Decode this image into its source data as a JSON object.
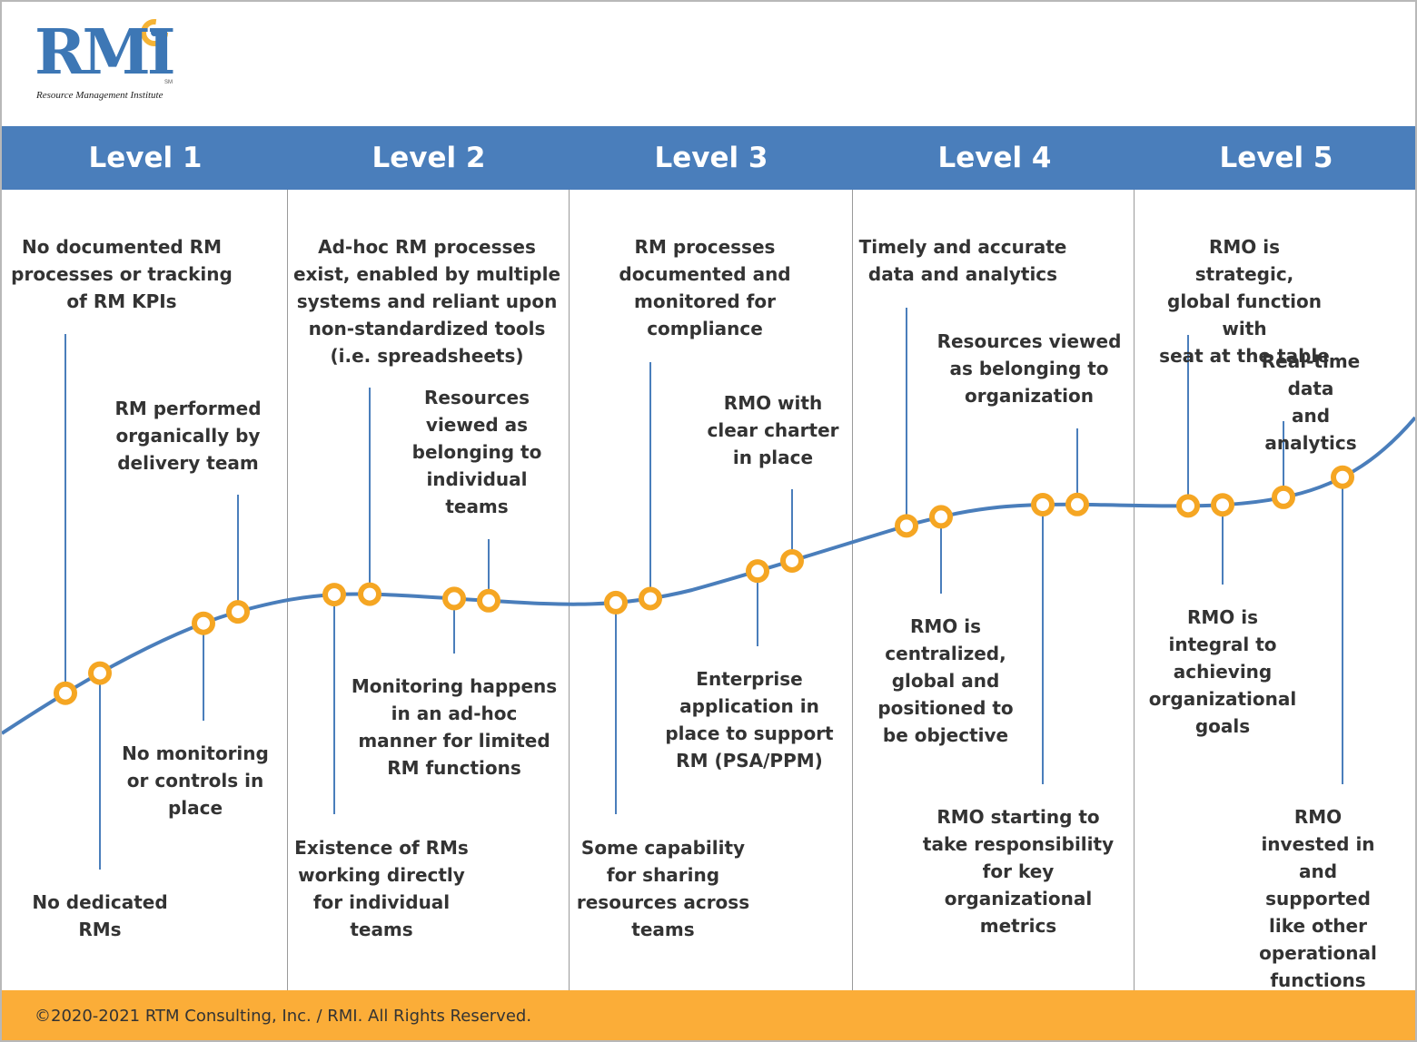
{
  "logo": {
    "wordmark": "RMI",
    "tagline": "Resource Management Institute",
    "trademark": "SM",
    "colors": {
      "blue": "#3d77b5",
      "gold": "#f5b335"
    }
  },
  "levels": [
    "Level 1",
    "Level 2",
    "Level 3",
    "Level 4",
    "Level 5"
  ],
  "colors": {
    "header": "#4a7ebb",
    "curve": "#4a7ebb",
    "node": "#f5a623",
    "footer": "#fbad38",
    "text": "#333333",
    "divider": "#9a9a9a"
  },
  "milestones": [
    {
      "text": "No documented RM\nprocesses or tracking\nof RM KPIs",
      "position": "above"
    },
    {
      "text": "No dedicated\nRMs",
      "position": "below"
    },
    {
      "text": "No monitoring\nor controls in\nplace",
      "position": "below"
    },
    {
      "text": "RM performed\norganically by\ndelivery team",
      "position": "above"
    },
    {
      "text": "Existence of RMs\nworking directly\nfor individual\nteams",
      "position": "below"
    },
    {
      "text": "Ad-hoc RM processes\nexist, enabled by multiple\nsystems and reliant upon\nnon-standardized tools\n(i.e. spreadsheets)",
      "position": "above"
    },
    {
      "text": "Monitoring happens\nin an ad-hoc\nmanner for limited\nRM functions",
      "position": "below"
    },
    {
      "text": "Resources\nviewed as\nbelonging to\nindividual\nteams",
      "position": "above"
    },
    {
      "text": "Some capability\nfor sharing\nresources across\nteams",
      "position": "below"
    },
    {
      "text": "RM processes\ndocumented and\nmonitored for\ncompliance",
      "position": "above"
    },
    {
      "text": "Enterprise\napplication in\nplace to support\nRM (PSA/PPM)",
      "position": "below"
    },
    {
      "text": "RMO with\nclear charter\nin place",
      "position": "above"
    },
    {
      "text": "Timely and accurate\ndata and analytics",
      "position": "above"
    },
    {
      "text": "RMO is\ncentralized,\nglobal and\npositioned to\nbe objective",
      "position": "below"
    },
    {
      "text": "RMO starting to\ntake responsibility\nfor key\norganizational\nmetrics",
      "position": "below"
    },
    {
      "text": "Resources viewed\nas belonging to\norganization",
      "position": "above"
    },
    {
      "text": "RMO is strategic,\nglobal function with\nseat at the table",
      "position": "above"
    },
    {
      "text": "RMO is\nintegral to\nachieving\norganizational\ngoals",
      "position": "below"
    },
    {
      "text": "Real-time data\nand analytics",
      "position": "above"
    },
    {
      "text": "RMO invested in\nand supported\nlike other\noperational\nfunctions",
      "position": "below"
    }
  ],
  "footer": {
    "text": "©2020-2021 RTM Consulting, Inc. / RMI. All Rights Reserved."
  }
}
